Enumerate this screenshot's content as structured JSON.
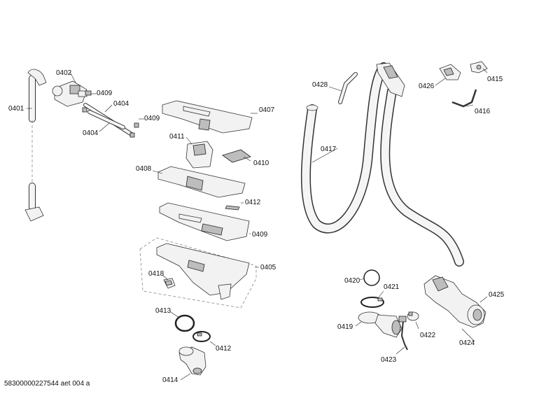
{
  "diagram": {
    "footer_code": "58300000227544 aet 004 a",
    "labels": {
      "p0401": "0401",
      "p0402": "0402",
      "p0409a": "0409",
      "p0404a": "0404",
      "p0404b": "0404",
      "p0409b": "0409",
      "p0407": "0407",
      "p0411": "0411",
      "p0410": "0410",
      "p0408": "0408",
      "p0412a": "0412",
      "p0409c": "0409",
      "p0405": "0405",
      "p0418": "0418",
      "p0413": "0413",
      "p0412b": "0412",
      "p0414": "0414",
      "p0428": "0428",
      "p0417": "0417",
      "p0426": "0426",
      "p0415": "0415",
      "p0416": "0416",
      "p0420": "0420",
      "p0421": "0421",
      "p0425": "0425",
      "p0419": "0419",
      "p0422": "0422",
      "p0424": "0424",
      "p0423": "0423"
    }
  }
}
